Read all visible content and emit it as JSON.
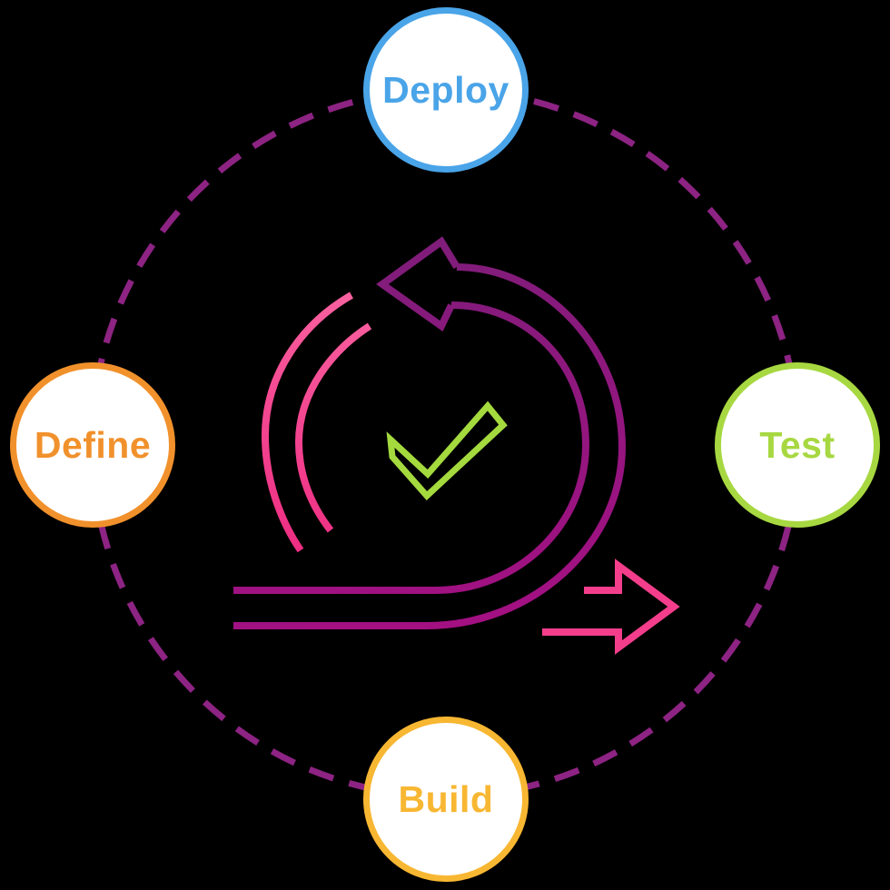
{
  "diagram": {
    "type": "agile-development-cycle",
    "nodes": [
      {
        "id": "deploy",
        "label": "Deploy",
        "position": "top",
        "color": "#4aa4e8"
      },
      {
        "id": "define",
        "label": "Define",
        "position": "left",
        "color": "#f1912c"
      },
      {
        "id": "test",
        "label": "Test",
        "position": "right",
        "color": "#a7d841"
      },
      {
        "id": "build",
        "label": "Build",
        "position": "bottom",
        "color": "#f8b732"
      }
    ],
    "connector": {
      "style": "dashed-circle",
      "color": "#8d2383"
    },
    "center_icon": {
      "name": "agile-sprint-loop-icon",
      "parts": [
        "loop-arrow-counterclockwise",
        "inner-rotation-arc",
        "checkmark",
        "forward-arrow"
      ],
      "checkmark_color": "#a4da3e",
      "loop_colors": [
        "#7f1d7a",
        "#a31082"
      ],
      "arc_colors": [
        "#f9619f",
        "#ee2e83"
      ],
      "forward_arrow_color": "#f43e8c"
    }
  },
  "palette": {
    "background": "#000000",
    "node_fill": "#ffffff",
    "deploy_blue": "#4aa4e8",
    "define_orange": "#f1912c",
    "test_green": "#a7d841",
    "build_amber": "#f8b732",
    "dash_purple": "#8d2383",
    "icon_purple_dark": "#7f1d7a",
    "icon_purple_magenta": "#a31082",
    "icon_pink_light": "#f9619f",
    "icon_pink_deep": "#ee2e83",
    "icon_arrow_pink": "#f43e8c",
    "check_green": "#a4da3e"
  }
}
